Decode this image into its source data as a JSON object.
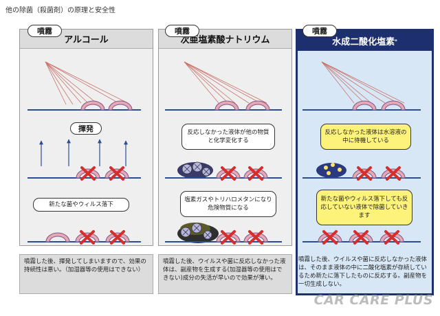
{
  "page": {
    "title": "他の除菌（殺菌剤）の原理と安全性"
  },
  "columns": [
    {
      "heading": "アルコール",
      "spray": "噴霧",
      "evaporate": "揮発",
      "note": "新たな菌やウィルス落下",
      "description": "噴霧した後、揮発してしまいますので、効果の持続性は悪い。（加湿器等の使用はできない）"
    },
    {
      "heading": "次亜塩素酸ナトリウム",
      "spray": "噴霧",
      "note1": "反応しなかった液体が他の物質と化学変化する",
      "note2": "塩素ガスやトリハロメタンになり危険物質になる",
      "description": "噴霧した後、ウイルスや菌に反応しなかった液体は、副産物を生成する(加湿器等の使用はできない)成分の失活が早いので効果が薄い。"
    },
    {
      "heading": "水成二酸化塩素",
      "heading_mark": "*",
      "spray": "噴霧",
      "note1": "反応しなかった液体は水溶液の中に待機している",
      "note2": "新たな菌やウィルス落下しても反応していない液体で除菌していきます",
      "description": "噴霧した後、ウイルスや菌に反応しなかった液体は、そのまま液体の中に二酸化塩素が存続しているため新たに落下したものに反応する。副産物を一切生成しない。"
    }
  ],
  "logo": "CAR CARE PLUS",
  "colors": {
    "accent": "#1d2f6f",
    "panel_active": "#d7e7f5",
    "panel": "#efefef",
    "note_yellow": "#fdf27a",
    "germ": "#e8a7b4",
    "cross": "#d62d2d"
  }
}
